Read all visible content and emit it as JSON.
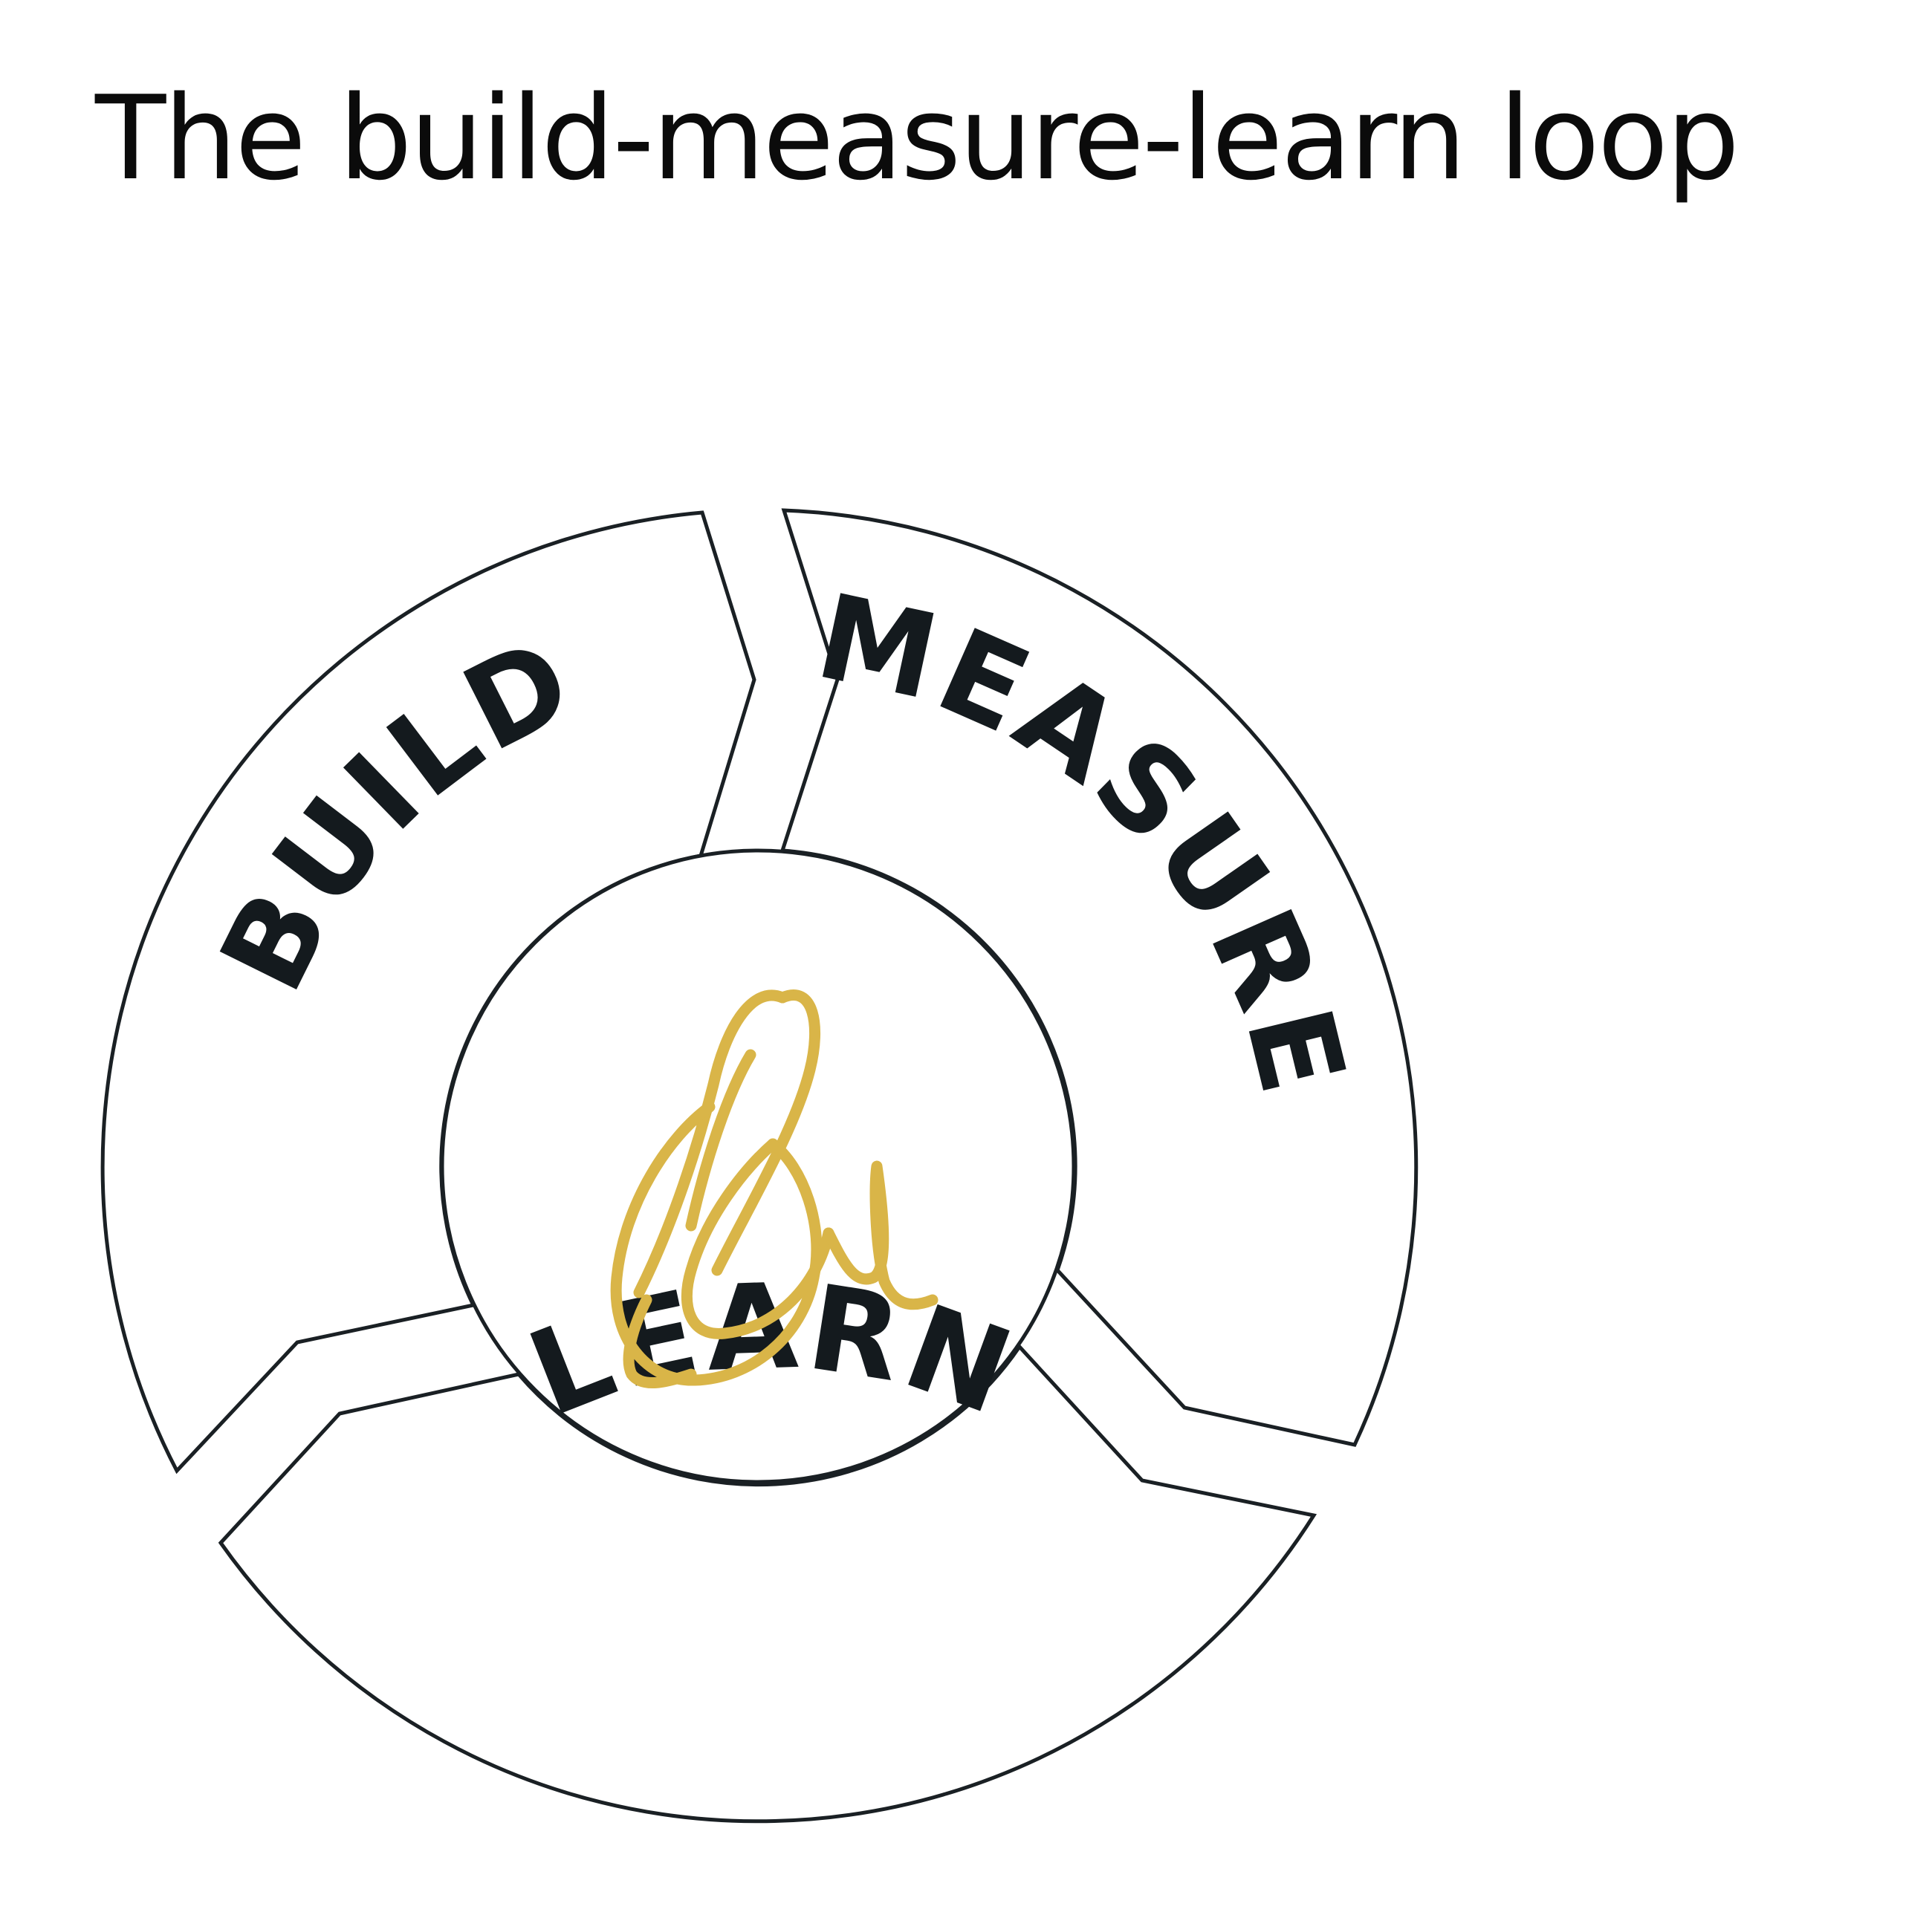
{
  "title": "The build-measure-learn loop",
  "segments": [
    {
      "id": "build",
      "label": "BUILD"
    },
    {
      "id": "measure",
      "label": "MEASURE"
    },
    {
      "id": "learn",
      "label": "LEARN"
    }
  ],
  "colors": {
    "outline": "#1a2024",
    "label": "#141a1e",
    "logo": "#d9b548",
    "background": "#ffffff"
  },
  "center_logo": {
    "icon": "signature-logo-icon"
  }
}
